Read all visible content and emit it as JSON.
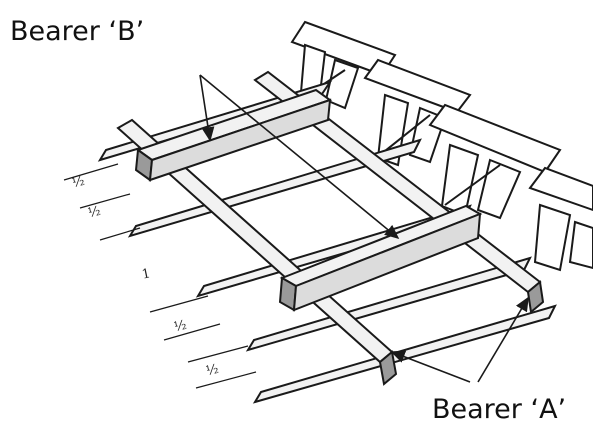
{
  "labels": {
    "bearer_b": "Bearer ‘B’",
    "bearer_a": "Bearer ‘A’"
  },
  "spacing_marks": [
    "½",
    "½",
    "1",
    "½",
    "½"
  ],
  "colors": {
    "ink": "#1a1a1a",
    "timber_fill": "#f2f2f2",
    "timber_shade": "#9a9a9a",
    "paper": "#ffffff"
  }
}
